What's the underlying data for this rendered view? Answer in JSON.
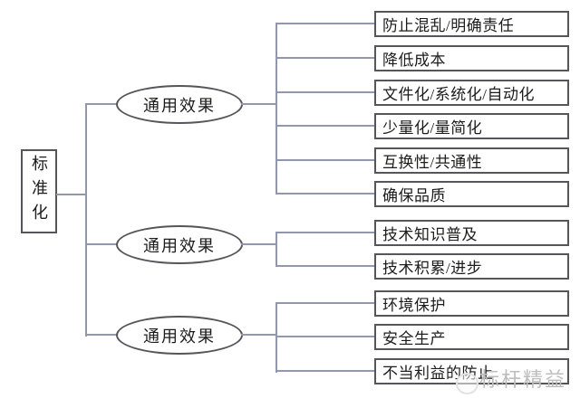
{
  "root": {
    "label": "标准化"
  },
  "branches": [
    {
      "label": "通用效果",
      "children": [
        "防止混乱/明确责任",
        "降低成本",
        "文件化/系统化/自动化",
        "少量化/量简化",
        "互换性/共通性",
        "确保品质"
      ]
    },
    {
      "label": "通用效果",
      "children": [
        "技术知识普及",
        "技术积累/进步"
      ]
    },
    {
      "label": "通用效果",
      "children": [
        "环境保护",
        "安全生产",
        "不当利益的防止"
      ]
    }
  ],
  "watermark": {
    "text": "标杆精益",
    "logo": "circle-mascot-logo"
  },
  "colors": {
    "line": "#9397ad",
    "border": "#55555a",
    "text": "#1c1c1c",
    "watermark": "#bdbdbd",
    "bg": "#ffffff"
  }
}
